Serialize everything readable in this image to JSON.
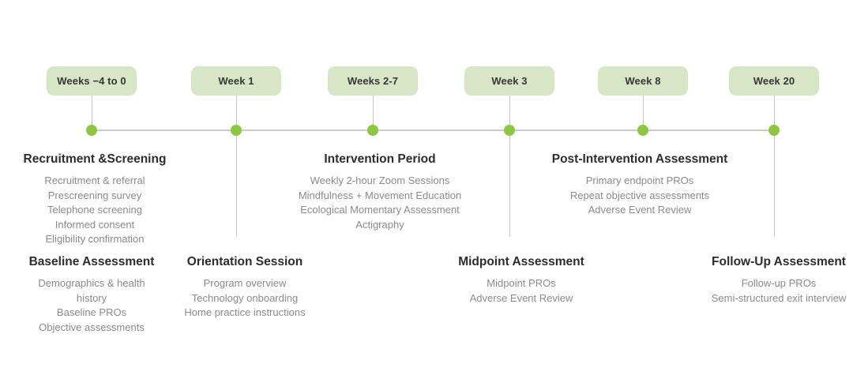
{
  "colors": {
    "badge_green": "#d7e7c5",
    "dot_green": "#8dc63f",
    "line_gray": "#c6c6c6",
    "heading_text": "#2d2d2d",
    "body_text": "#8b8b8b"
  },
  "badges": [
    {
      "label": "Weeks −4 to 0"
    },
    {
      "label": "Week 1"
    },
    {
      "label": "Weeks 2-7"
    },
    {
      "label": "Week 3"
    },
    {
      "label": "Week 8"
    },
    {
      "label": "Week 20"
    }
  ],
  "sections": {
    "recruitment": {
      "title": "Recruitment &Screening",
      "items": [
        "Recruitment & referral",
        "Prescreening survey",
        "Telephone screening",
        "Informed consent",
        "Eligibility confirmation"
      ]
    },
    "baseline": {
      "title": "Baseline Assessment",
      "items": [
        "Demographics & health history",
        "Baseline PROs",
        "Objective assessments"
      ]
    },
    "orientation": {
      "title": "Orientation Session",
      "items": [
        "Program overview",
        "Technology onboarding",
        "Home practice instructions"
      ]
    },
    "intervention": {
      "title": "Intervention Period",
      "items": [
        "Weekly 2-hour Zoom Sessions",
        "Mindfulness + Movement Education",
        "Ecological Momentary Assessment",
        "Actigraphy"
      ]
    },
    "midpoint": {
      "title": "Midpoint Assessment",
      "items": [
        "Midpoint PROs",
        "Adverse Event Review"
      ]
    },
    "post_intervention": {
      "title": "Post-Intervention Assessment",
      "items": [
        "Primary endpoint PROs",
        "Repeat objective assessments",
        "Adverse Event Review"
      ]
    },
    "followup": {
      "title": "Follow-Up Assessment",
      "items": [
        "Follow-up PROs",
        "Semi-structured exit interview"
      ]
    }
  }
}
